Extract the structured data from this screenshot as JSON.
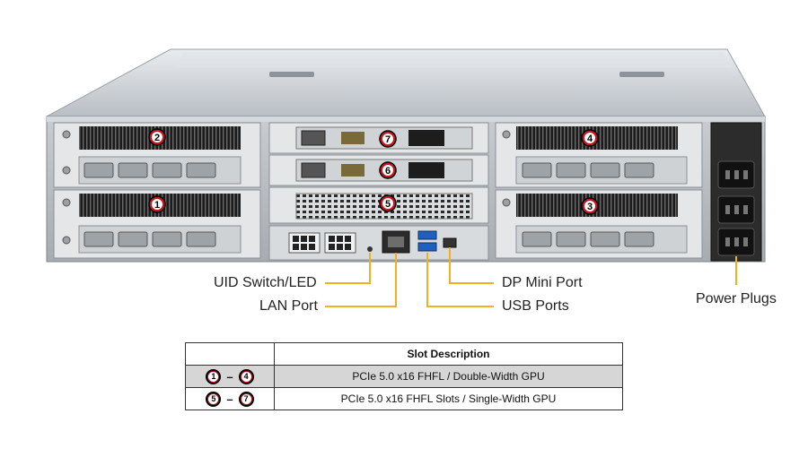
{
  "slot_badges": {
    "s1": "1",
    "s2": "2",
    "s3": "3",
    "s4": "4",
    "s5": "5",
    "s6": "6",
    "s7": "7"
  },
  "callouts": {
    "uid_switch": "UID Switch/LED",
    "lan_port": "LAN Port",
    "dp_mini_port": "DP Mini Port",
    "usb_ports": "USB Ports",
    "power_plugs": "Power Plugs"
  },
  "table": {
    "header": "Slot Description",
    "rows": [
      {
        "from": "1",
        "to": "4",
        "description": "PCIe 5.0 x16 FHFL / Double-Width  GPU"
      },
      {
        "from": "5",
        "to": "7",
        "description": "PCIe 5.0 x16 FHFL Slots / Single-Width GPU"
      }
    ]
  },
  "colors": {
    "badge_red": "#c8161d",
    "callout_line": "#f2b01e",
    "table_shade": "#d6d6d6"
  }
}
